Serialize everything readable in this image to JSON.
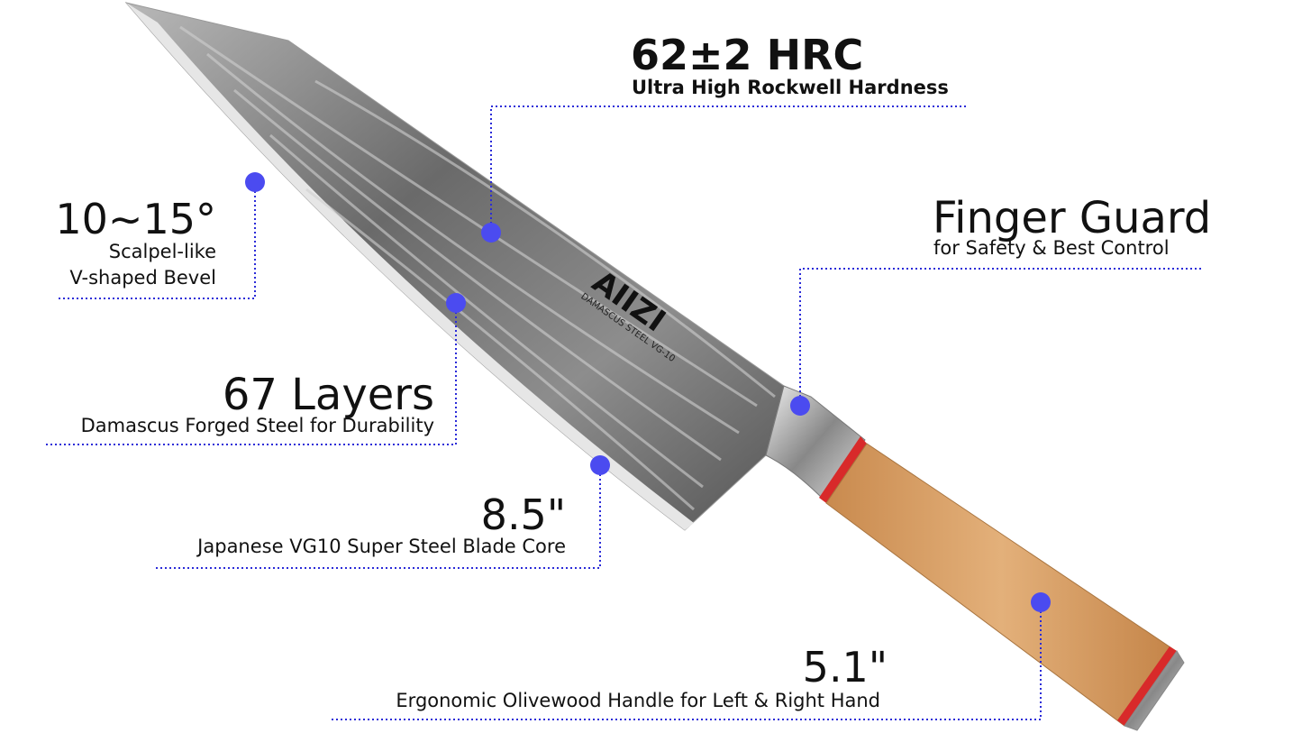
{
  "colors": {
    "dot": "#4b4bf0",
    "leader_line": "#2b2bd8",
    "handle": "#d9a066",
    "accent_ring": "#d82a2a"
  },
  "logo": {
    "brand": "AIIZI",
    "engraving": "DAMASCUS STEEL VG-10"
  },
  "annotations": {
    "bevel": {
      "title": "10~15°",
      "line1": "Scalpel-like",
      "line2": "V-shaped Bevel"
    },
    "hardness": {
      "title": "62±2 HRC",
      "subtitle": "Ultra High Rockwell Hardness"
    },
    "guard": {
      "title": "Finger Guard",
      "subtitle": "for Safety & Best Control"
    },
    "layers": {
      "title": "67 Layers",
      "subtitle": "Damascus Forged Steel for Durability"
    },
    "blade": {
      "title": "8.5\"",
      "subtitle": "Japanese VG10 Super Steel Blade Core"
    },
    "handle": {
      "title": "5.1\"",
      "subtitle": "Ergonomic Olivewood Handle for Left & Right Hand"
    }
  }
}
